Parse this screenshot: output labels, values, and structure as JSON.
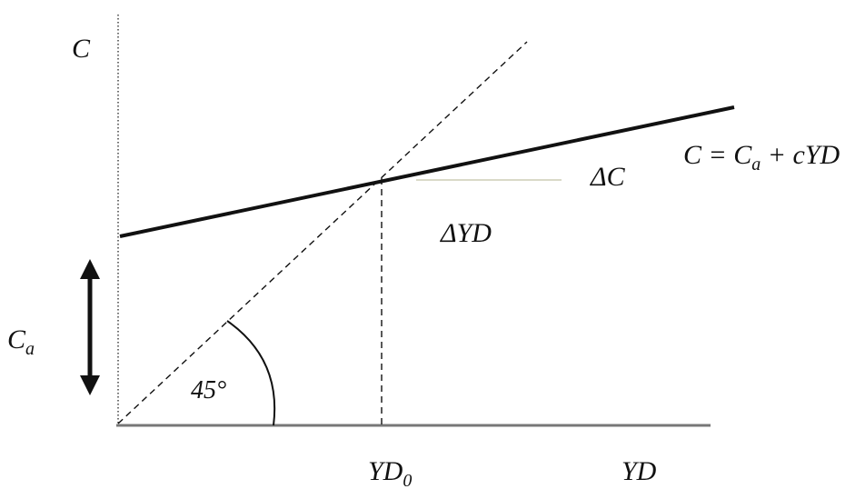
{
  "diagram": {
    "type": "keynesian-consumption-function",
    "labels": {
      "y_axis": "C",
      "x_axis": "YD",
      "x_marker": "YD",
      "x_marker_sub": "0",
      "intercept": "C",
      "intercept_sub": "a",
      "angle": "45°",
      "delta_c": "ΔC",
      "delta_yd": "ΔYD",
      "equation": {
        "lhs": "C = C",
        "sub": "a",
        "rhs": " + cYD"
      }
    },
    "elements": {
      "consumption_line": "C = Ca + cYD",
      "reference_line": "45-degree line",
      "intercept_arrow": "Ca",
      "drop_line": "YD0"
    },
    "colors": {
      "ink": "#111111",
      "axis": "#777777",
      "delta_c_line": "#d9d9c8"
    }
  }
}
